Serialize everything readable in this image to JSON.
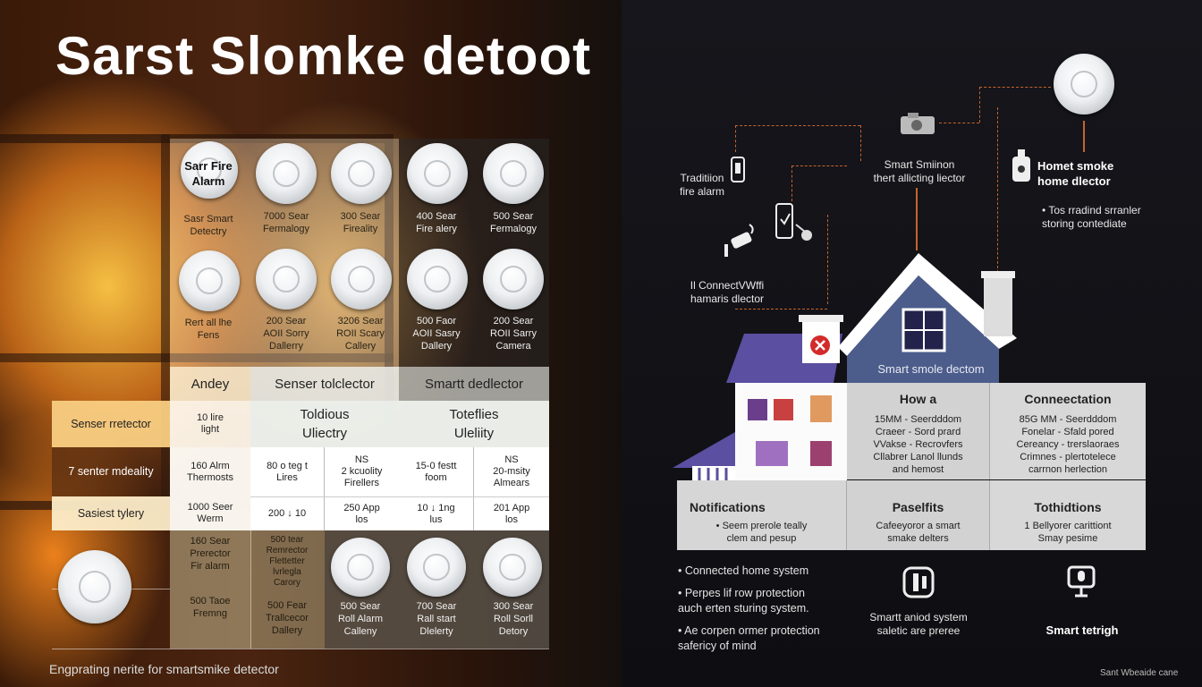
{
  "title": "Sarst Slomke detoot",
  "footer_left": "Engprating nerite for smartsmike detector",
  "footer_right": "Sant Wbeaide cane",
  "grid": {
    "labels": [
      "Sarr Fire\nAlarm",
      "Sasr Smart\nDetectry",
      "7000 Sear\nFermalogy",
      "300 Sear\nFireality",
      "400 Sear\nFire alery",
      "500 Sear\nFermalogy",
      "Rert all lhe\nFens",
      "200 Sear\nAOII Sorry\nDallerry",
      "3206 Sear\nROII Scary\nCallery",
      "500 Faor\nAOII Sasry\nDallery",
      "200 Sear\nROII Sarry\nCamera"
    ]
  },
  "table": {
    "headers": [
      "Andey",
      "Senser tolclector",
      "Smartt dedlector"
    ],
    "rows": [
      {
        "label": "Senser rretector",
        "c1": "10 lire\nlight",
        "c2": "Toldious\nUliectry",
        "c3": "Toteflies\nUleliity"
      },
      {
        "label": "7 senter mdeality",
        "c1": "160 Alrm\nThermosts",
        "c2a": "80 o teg t\nLires",
        "c2b": "NS\n2 kcuolity\nFirellers",
        "c3a": "15-0 festt\nfoom",
        "c3b": "NS\n20-msity\nAlmears"
      },
      {
        "label": "Sasiest tylery",
        "c1": "1000 Seer\nWerm",
        "c2a": "200 ↓ 10",
        "c2b": "250 App\nlos",
        "c3a": "10 ↓ 1ng\nlus",
        "c3b": "201 App\nlos"
      }
    ]
  },
  "lower_grid": {
    "labels": [
      "160 Sear\nPrerector\nFir alarm",
      "500 Taoe\nFremng",
      "500 tear\nRemrector\nFlettetter\nlvrlegla\nCarory",
      "500 Fear\nTrallcecor\nDallery",
      "500 Sear\nRoll Alarm\nCalleny",
      "700 Sear\nRall start\nDlelerty",
      "300 Sear\nRoll Sorll\nDetory"
    ]
  },
  "diagram": {
    "traditional_label": "Traditiion\nfire alarm",
    "connect_label": "Il ConnectVWffi\nhamaris dlector",
    "smart_sensor_label": "Smart Smiinon\nthert allicting liector",
    "home_smoke_title": "Homet smoke\nhome dlector",
    "home_smoke_note": "• Tos rradind srranler\nstoring contediate",
    "house_banner": "Smart smole dectom"
  },
  "panels": {
    "top": [
      {
        "title": "How a",
        "text": "15MM - Seerdddom\nCraeer - Sord prard\nVVakse - Recrovfers\nCllabrer Lanol llunds\nand hemost"
      },
      {
        "title": "Conneectation",
        "text": "85G MM - Seerdddom\nFonelar - Sfald pored\nCereancy - trerslaoraes\nCrimnes - plertotelece\ncarrnon herlection"
      }
    ],
    "bottom": [
      {
        "title": "Notifications",
        "text": "• Seem prerole teally\nclem and pesup"
      },
      {
        "title": "Paselfits",
        "text": "Cafeeyoror a smart\nsmake delters"
      },
      {
        "title": "Tothidtions",
        "text": "1 Bellyorer carittiont\nSmay pesime"
      }
    ]
  },
  "bullets": [
    "• Connected home system",
    "• Perpes lif row protection\n  auch erten sturing system.",
    "• Ae corpen ormer protection\n  safericy of mind"
  ],
  "bottom_features": [
    {
      "label": "Smartt aniod system\nsaletic are preree",
      "icon": "plug-icon"
    },
    {
      "label": "Smart tetrigh",
      "icon": "microphone-icon"
    }
  ],
  "colors": {
    "accent_line": "#c8642a",
    "house_blue": "#4c5d8c",
    "house_roof": "#5a4fa0",
    "panel_bg": "#d6d6d6"
  }
}
